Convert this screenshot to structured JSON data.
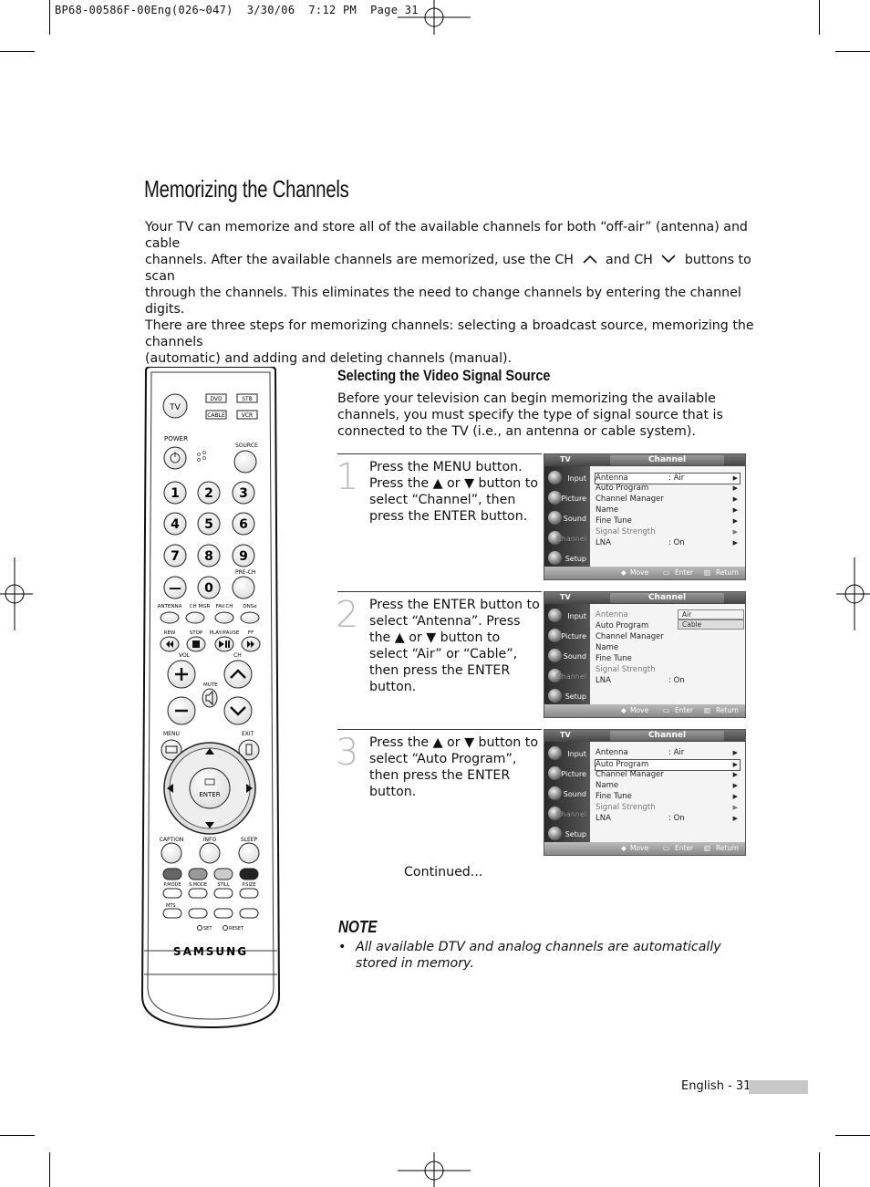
{
  "header": {
    "text": "BP68-00586F-00Eng(026~047)  3/30/06  7:12 PM  Page 31"
  },
  "title": "Memorizing the Channels",
  "intro": {
    "line1": "Your TV can memorize and store all of the available channels for both “off-air” (antenna) and cable",
    "line2a": "channels. After the available channels are memorized, use the CH",
    "line2b": "and CH",
    "line2c": "buttons to scan",
    "line3": "through the channels. This eliminates the need to change channels by entering the channel digits.",
    "line4": "There are three steps for memorizing channels: selecting a broadcast source, memorizing the channels",
    "line5": "(automatic) and adding and deleting channels (manual)."
  },
  "section": {
    "heading": "Selecting the Video Signal Source",
    "text": "Before your television can begin memorizing the available channels, you must specify the type of signal source that is connected to the TV (i.e., an antenna or cable system)."
  },
  "steps": [
    {
      "num": "1",
      "text": "Press the MENU button. Press the ▲ or ▼ button to select “Channel”, then press the ENTER button."
    },
    {
      "num": "2",
      "text": "Press the ENTER button to select “Antenna”. Press the ▲ or ▼ button to select “Air” or “Cable”, then press the ENTER button."
    },
    {
      "num": "3",
      "text": "Press the ▲ or ▼ button to select “Auto Program”, then press the ENTER button."
    }
  ],
  "osd": {
    "tv": "TV",
    "channel": "Channel",
    "side": [
      "Input",
      "Picture",
      "Sound",
      "Channel",
      "Setup"
    ],
    "rows": [
      "Antenna",
      "Auto Program",
      "Channel Manager",
      "Name",
      "Fine Tune",
      "Signal Strength",
      "LNA"
    ],
    "antenna_value": ": Air",
    "lna_value": ": On",
    "options": [
      "Air",
      "Cable"
    ],
    "move": "Move",
    "enter": "Enter",
    "return": "Return"
  },
  "remote": {
    "tv": "TV",
    "dvd": "DVD",
    "stb": "STB",
    "cable": "CABLE",
    "vcr": "VCR",
    "power": "POWER",
    "source": "SOURCE",
    "digits": [
      "1",
      "2",
      "3",
      "4",
      "5",
      "6",
      "7",
      "8",
      "9",
      "—",
      "0"
    ],
    "prech": "PRE-CH",
    "row_labels": [
      "ANTENNA",
      "CH MGR",
      "FAV.CH",
      "DNSe"
    ],
    "transport_labels": [
      "REW",
      "STOP",
      "PLAY/PAUSE",
      "FF"
    ],
    "vol": "VOL",
    "ch": "CH",
    "mute": "MUTE",
    "menu": "MENU",
    "exit": "EXIT",
    "enter": "ENTER",
    "caption": "CAPTION",
    "info": "INFO",
    "sleep": "SLEEP",
    "color_labels": [
      "P.MODE",
      "S.MODE",
      "STILL",
      "P.SIZE"
    ],
    "mts": "MTS",
    "set": "SET",
    "reset": "RESET",
    "brand": "SAMSUNG"
  },
  "continued": "Continued...",
  "note": {
    "heading": "NOTE",
    "bullet": "•",
    "text": "All available DTV and analog channels are automatically stored in memory."
  },
  "footer": {
    "text": "English - 31"
  }
}
